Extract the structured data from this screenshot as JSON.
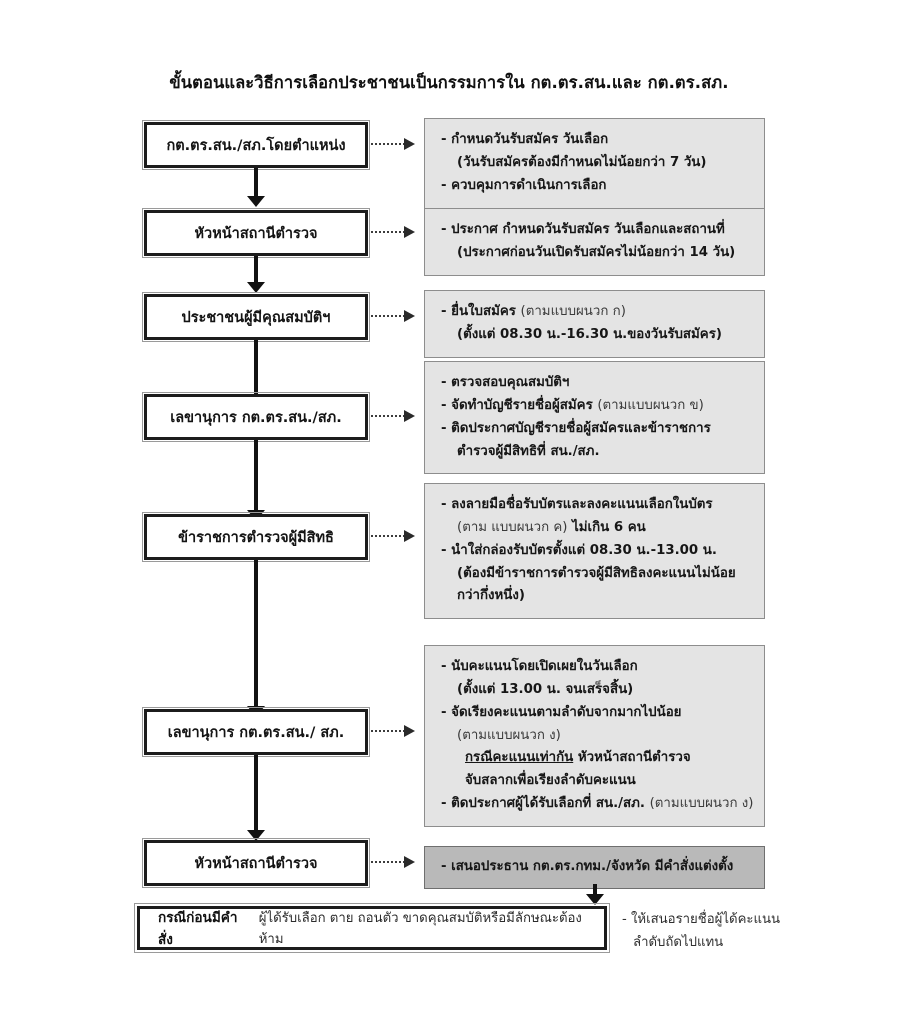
{
  "title": "ขั้นตอนและวิธีการเลือกประชาชนเป็นกรรมการใน กต.ตร.สน.และ กต.ตร.สภ.",
  "colors": {
    "box_border": "#1c1c1c",
    "note_background": "#e4e4e4",
    "note_background_dark": "#b9b9b9",
    "note_border": "#8d8d8d",
    "connector": "#121212",
    "page_background": "#ffffff"
  },
  "steps": [
    {
      "id": "step-1",
      "box_label": "กต.ตร.สน./สภ.โดยตำแหน่ง",
      "notes": [
        {
          "text": "-  กำหนดวันรับสมัคร วันเลือก",
          "style": "bullet"
        },
        {
          "text": "(วันรับสมัครต้องมีกำหนดไม่น้อยกว่า 7 วัน)",
          "style": "indent"
        },
        {
          "text": "-  ควบคุมการดำเนินการเลือก",
          "style": "bullet"
        }
      ]
    },
    {
      "id": "step-2",
      "box_label": "หัวหน้าสถานีตำรวจ",
      "notes": [
        {
          "text": "-  ประกาศ กำหนดวันรับสมัคร วันเลือกและสถานที่",
          "style": "bullet"
        },
        {
          "text": "(ประกาศก่อนวันเปิดรับสมัครไม่น้อยกว่า 14 วัน)",
          "style": "indent"
        }
      ]
    },
    {
      "id": "step-3",
      "box_label": "ประชาชนผู้มีคุณสมบัติฯ",
      "notes": [
        {
          "text": "-  ยื่นใบสมัคร ",
          "style": "bullet",
          "light_suffix": "(ตามแบบผนวก ก)"
        },
        {
          "text": "(ตั้งแต่ 08.30 น.-16.30 น.ของวันรับสมัคร)",
          "style": "indent"
        }
      ]
    },
    {
      "id": "step-4",
      "box_label": "เลขานุการ กต.ตร.สน./สภ.",
      "notes": [
        {
          "text": "-  ตรวจสอบคุณสมบัติฯ",
          "style": "bullet"
        },
        {
          "text": "-  จัดทำบัญชีรายชื่อผู้สมัคร ",
          "style": "bullet",
          "light_suffix": "(ตามแบบผนวก ข)"
        },
        {
          "text": "-  ติดประกาศบัญชีรายชื่อผู้สมัครและข้าราชการ",
          "style": "bullet"
        },
        {
          "text": "ตำรวจผู้มีสิทธิที่ สน./สภ.",
          "style": "indent"
        }
      ]
    },
    {
      "id": "step-5",
      "box_label": "ข้าราชการตำรวจผู้มีสิทธิ",
      "notes": [
        {
          "text": "-  ลงลายมือชื่อรับบัตรและลงคะแนนเลือกในบัตร",
          "style": "bullet"
        },
        {
          "text": "(ตาม แบบผนวก ค)",
          "style": "indent",
          "bold_suffix": " ไม่เกิน 6  คน"
        },
        {
          "text": "-  นำใส่กล่องรับบัตรตั้งแต่ 08.30 น.-13.00 น.",
          "style": "bullet"
        },
        {
          "text": "(ต้องมีข้าราชการตำรวจผู้มีสิทธิลงคะแนนไม่น้อย",
          "style": "indent"
        },
        {
          "text": "กว่ากึ่งหนึ่ง)",
          "style": "indent"
        }
      ]
    },
    {
      "id": "step-6",
      "box_label": "เลขานุการ กต.ตร.สน./ สภ.",
      "notes": [
        {
          "text": "-  นับคะแนนโดยเปิดเผยในวันเลือก",
          "style": "bullet"
        },
        {
          "text": "(ตั้งแต่ 13.00 น. จนเสร็จสิ้น)",
          "style": "indent"
        },
        {
          "text": "-  จัดเรียงคะแนนตามลำดับจากมากไปน้อย",
          "style": "bullet"
        },
        {
          "text": "(ตามแบบผนวก ง)",
          "style": "indent"
        },
        {
          "text": "กรณีคะแนนเท่ากัน",
          "style": "indent2-underline",
          "bold_suffix": "   หัวหน้าสถานีตำรวจ"
        },
        {
          "text": "จับสลากเพื่อเรียงลำดับคะแนน",
          "style": "indent2"
        },
        {
          "text": "-  ติดประกาศผู้ได้รับเลือกที่ สน./สภ. ",
          "style": "bullet",
          "light_suffix": "(ตามแบบผนวก ง)"
        }
      ]
    },
    {
      "id": "step-7",
      "box_label": "หัวหน้าสถานีตำรวจ",
      "notes": [
        {
          "text": "-  เสนอประธาน กต.ตร.กทม./จังหวัด มีคำสั่งแต่งตั้ง",
          "style": "bullet"
        }
      ],
      "note_variant": "dark"
    }
  ],
  "bottom": {
    "strong_label": "กรณีก่อนมีคำสั่ง",
    "text": "ผู้ได้รับเลือก ตาย ถอนตัว ขาดคุณสมบัติหรือมีลักษณะต้องห้าม",
    "note_line_1": "-  ให้เสนอรายชื่อผู้ได้คะแนน",
    "note_line_2": "ลำดับถัดไปแทน"
  }
}
